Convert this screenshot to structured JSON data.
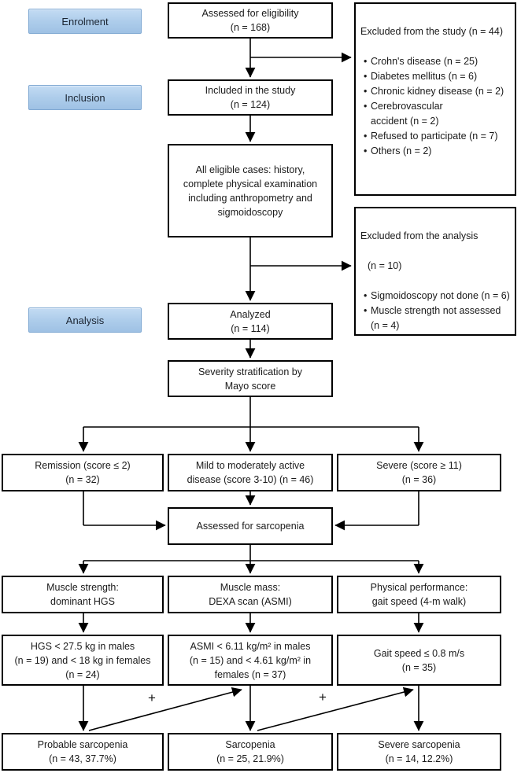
{
  "stages": {
    "enrolment": "Enrolment",
    "inclusion": "Inclusion",
    "analysis": "Analysis"
  },
  "flow": {
    "assessed_eligibility": [
      "Assessed for eligibility",
      "(n = 168)"
    ],
    "included": [
      "Included in the study",
      "(n = 124)"
    ],
    "eligible_cases": [
      "All eligible cases: history,",
      "complete physical examination",
      "including anthropometry and",
      "sigmoidoscopy"
    ],
    "analyzed": [
      "Analyzed",
      "(n = 114)"
    ],
    "severity_stratification": [
      "Severity stratification by",
      "Mayo score"
    ],
    "remission": [
      "Remission (score ≤ 2)",
      "(n = 32)"
    ],
    "mild_moderate": [
      "Mild to moderately active",
      "disease (score 3-10) (n = 46)"
    ],
    "severe": [
      "Severe (score ≥ 11)",
      "(n = 36)"
    ],
    "assessed_sarcopenia": [
      "Assessed for sarcopenia"
    ],
    "muscle_strength": [
      "Muscle strength:",
      "dominant HGS"
    ],
    "muscle_mass": [
      "Muscle mass:",
      "DEXA scan (ASMI)"
    ],
    "physical_performance": [
      "Physical performance:",
      "gait speed (4-m walk)"
    ],
    "hgs_cutoff": [
      "HGS < 27.5 kg in males",
      "(n = 19) and < 18 kg in females",
      "(n = 24)"
    ],
    "asmi_cutoff": [
      "ASMI < 6.11 kg/m² in males",
      "(n = 15) and < 4.61 kg/m² in",
      "females (n = 37)"
    ],
    "gait_cutoff": [
      "Gait speed ≤ 0.8 m/s",
      "(n = 35)"
    ],
    "probable_sarcopenia": [
      "Probable sarcopenia",
      "(n = 43, 37.7%)"
    ],
    "sarcopenia": [
      "Sarcopenia",
      "(n = 25, 21.9%)"
    ],
    "severe_sarcopenia": [
      "Severe sarcopenia",
      "(n = 14, 12.2%)"
    ]
  },
  "exclusions": {
    "study": {
      "title": "Excluded from the study (n = 44)",
      "items": [
        [
          "Crohn's disease (n = 25)"
        ],
        [
          "Diabetes mellitus (n = 6)"
        ],
        [
          "Chronic kidney disease (n = 2)"
        ],
        [
          "Cerebrovascular",
          "accident (n = 2)"
        ],
        [
          "Refused to participate (n = 7)"
        ],
        [
          "Others (n = 2)"
        ]
      ]
    },
    "analysis": {
      "title": "Excluded from the analysis",
      "title2": "(n = 10)",
      "items": [
        [
          "Sigmoidoscopy not done (n = 6)"
        ],
        [
          "Muscle strength not assessed",
          "(n = 4)"
        ]
      ]
    }
  },
  "operators": {
    "plus_left": "+",
    "plus_right": "+"
  },
  "colors": {
    "box_border": "#000000",
    "text": "#1a1a1a",
    "stage_fill_top": "#c3dbf3",
    "stage_fill_bottom": "#9fc1e4",
    "stage_border": "#7fa8d2",
    "arrow": "#000000"
  }
}
